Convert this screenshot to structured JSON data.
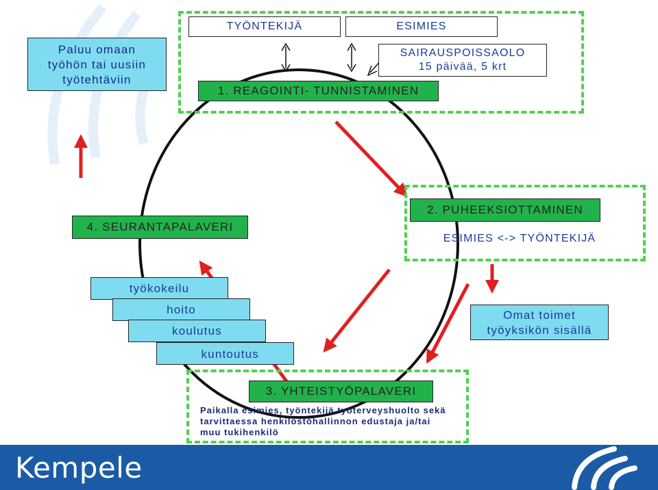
{
  "top": {
    "employee_label": "TYÖNTEKIJÄ",
    "supervisor_label": "ESIMIES",
    "sick_leave_line1": "SAIRAUSPOISSAOLO",
    "sick_leave_line2": "15 päivää, 5 krt",
    "phase1_label": "1. REAGOINTI- TUNNISTAMINEN"
  },
  "return_box": {
    "line1": "Paluu omaan",
    "line2": "työhön tai uusiin",
    "line3": "työtehtäviin"
  },
  "phase4_label": "4. SEURANTAPALAVERI",
  "phase2": {
    "label": "2. PUHEEKSIOTTAMINEN",
    "subtitle": "ESIMIES <-> TYÖNTEKIJÄ"
  },
  "measures": [
    "työkokeilu",
    "hoito",
    "koulutus",
    "kuntoutus"
  ],
  "own_measures": {
    "line1": "Omat toimet",
    "line2": "työyksikön sisällä"
  },
  "phase3": {
    "label": "3. YHTEISTYÖPALAVERI",
    "desc_line1": "Paikalla esimies, työntekijä työterveyshuolto sekä",
    "desc_line2": "tarvittaessa henkilöstöhallinnon edustaja ja/tai",
    "desc_line3": "muu tukihenkilö"
  },
  "footer": {
    "logo_text": "Kempele"
  },
  "colors": {
    "green": "#22b24c",
    "dash_green": "#4fd14f",
    "cyan": "#7fdcf0",
    "text_blue": "#1a3a9a",
    "arrow_red": "#e02020",
    "footer_blue": "#1b5ba6"
  }
}
